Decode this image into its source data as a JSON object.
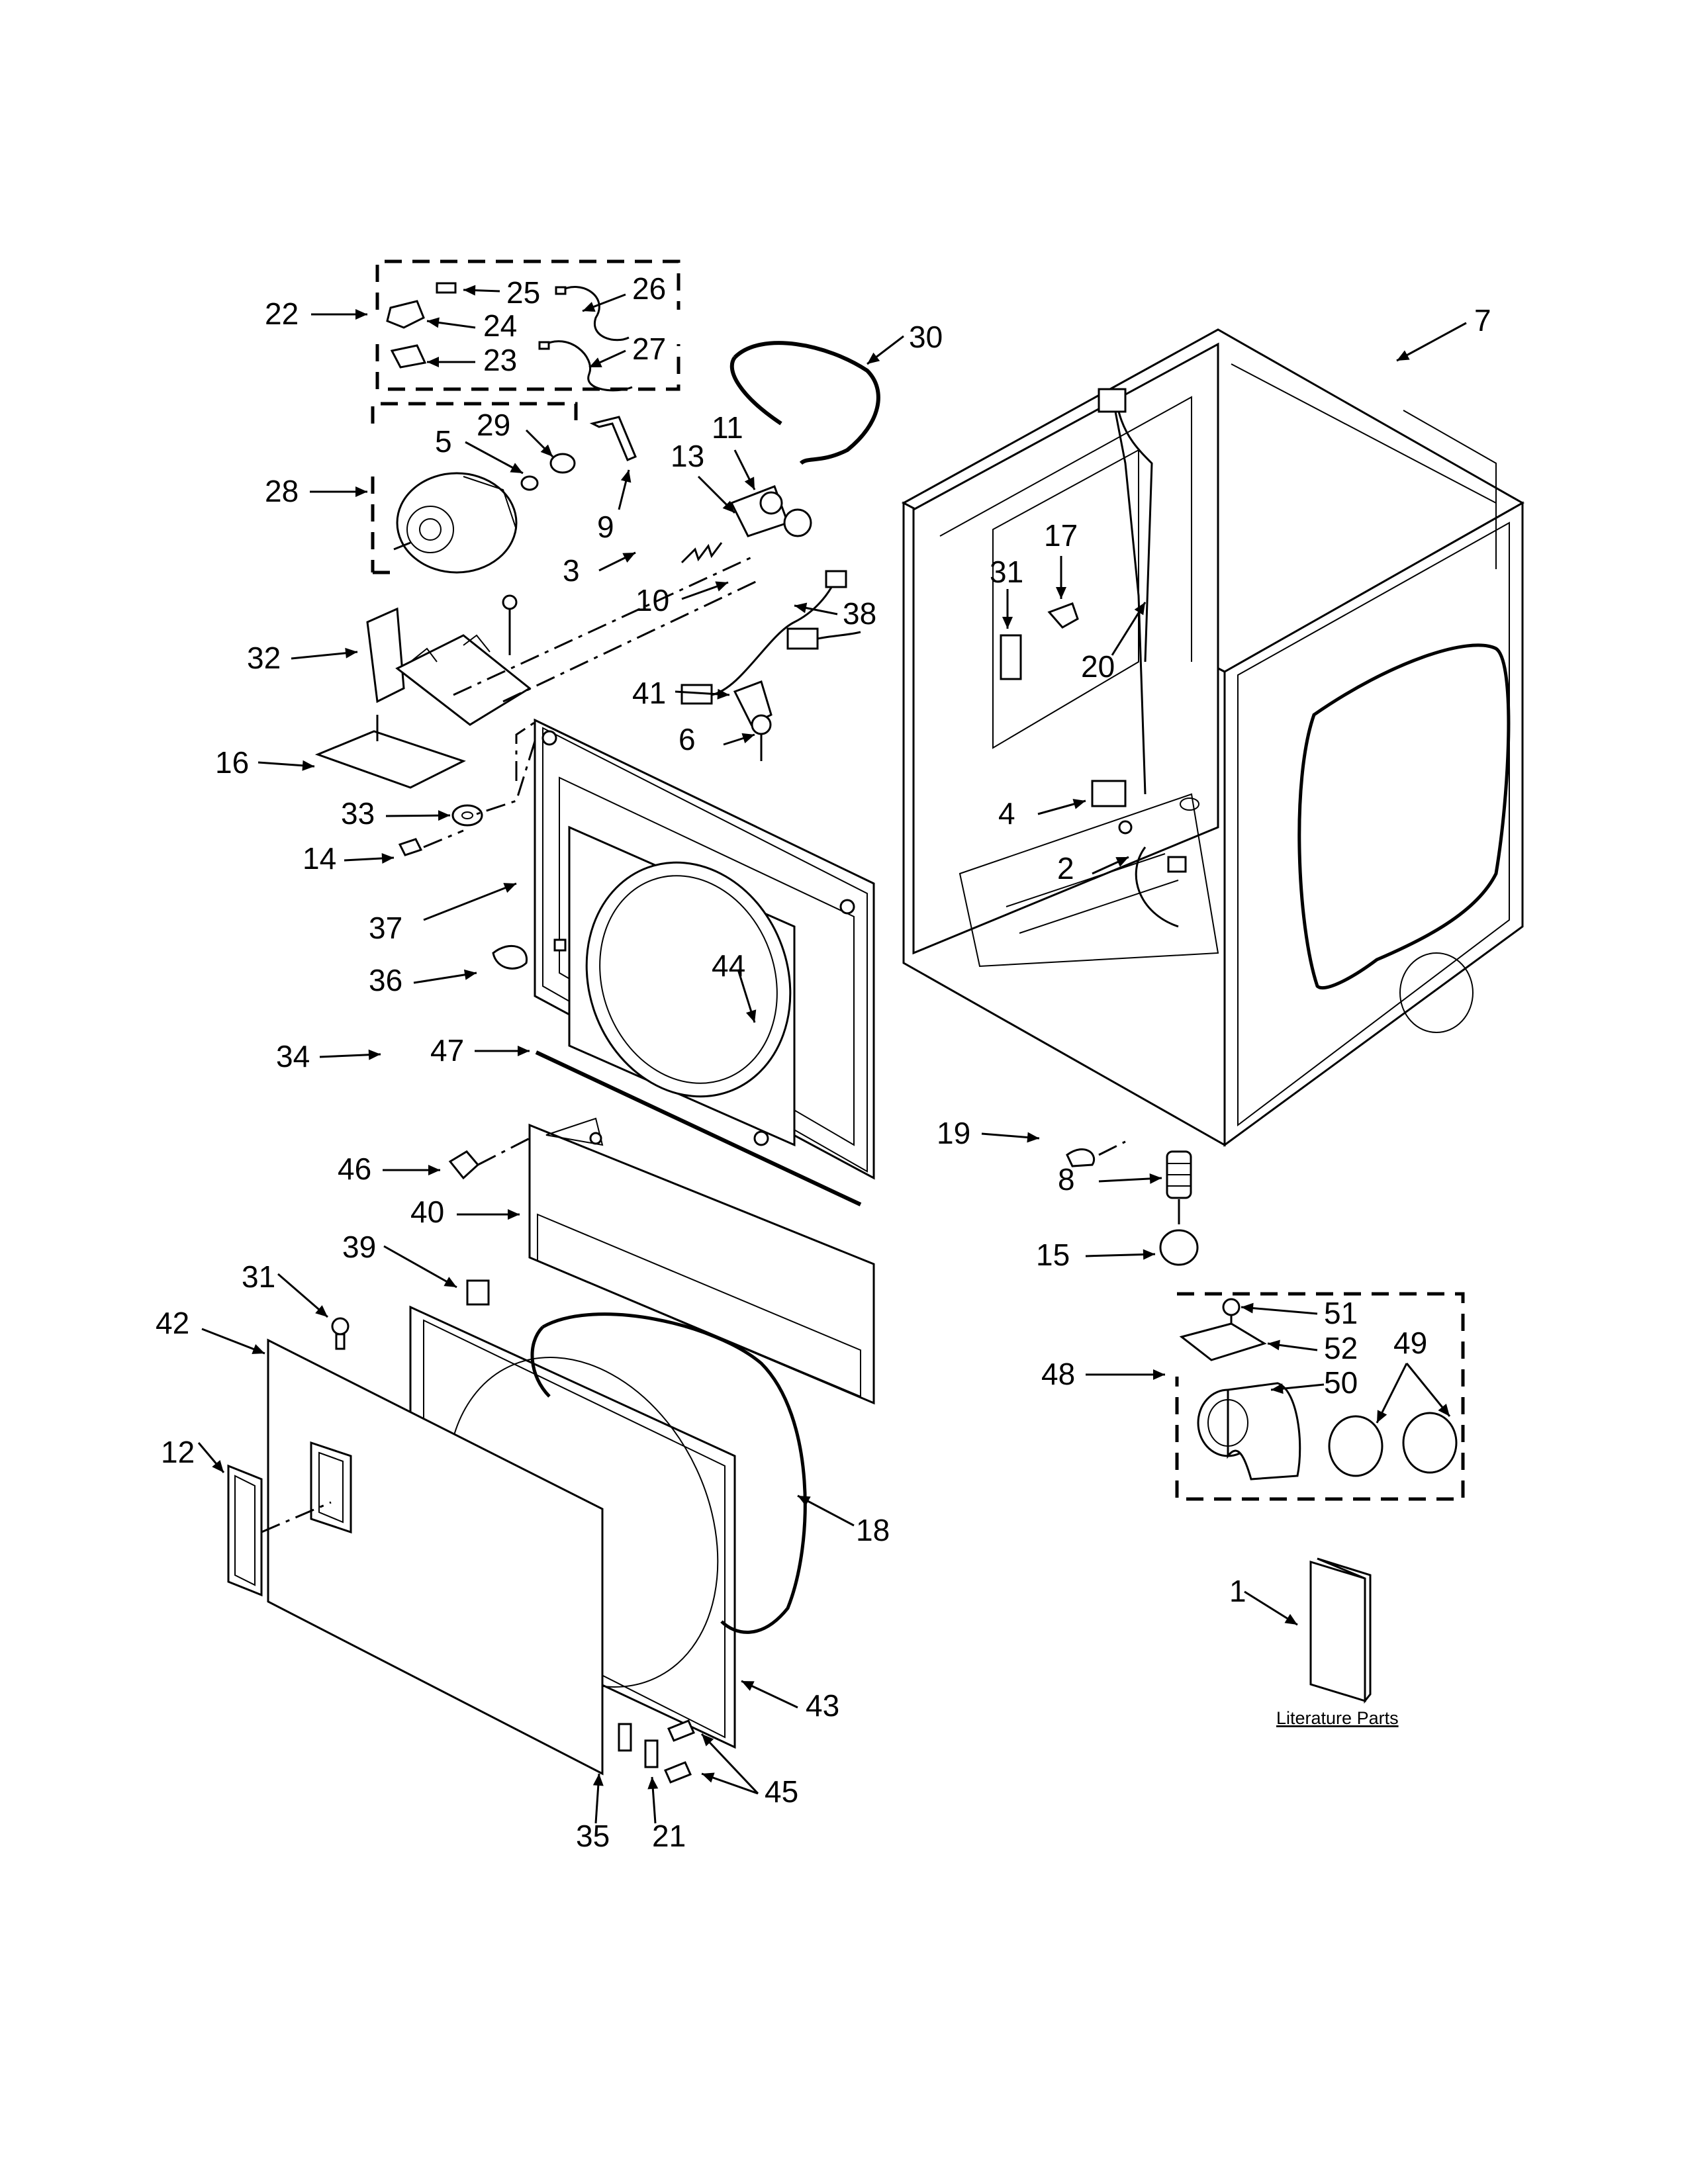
{
  "diagram": {
    "literature_label": "Literature Parts",
    "callouts": [
      "1",
      "2",
      "3",
      "4",
      "5",
      "6",
      "7",
      "8",
      "9",
      "10",
      "11",
      "12",
      "13",
      "14",
      "15",
      "16",
      "17",
      "18",
      "19",
      "20",
      "21",
      "22",
      "23",
      "24",
      "25",
      "26",
      "27",
      "28",
      "29",
      "30",
      "31",
      "31",
      "32",
      "33",
      "34",
      "35",
      "36",
      "37",
      "38",
      "39",
      "40",
      "41",
      "42",
      "43",
      "44",
      "45",
      "46",
      "47",
      "48",
      "49",
      "50",
      "51",
      "52"
    ]
  }
}
